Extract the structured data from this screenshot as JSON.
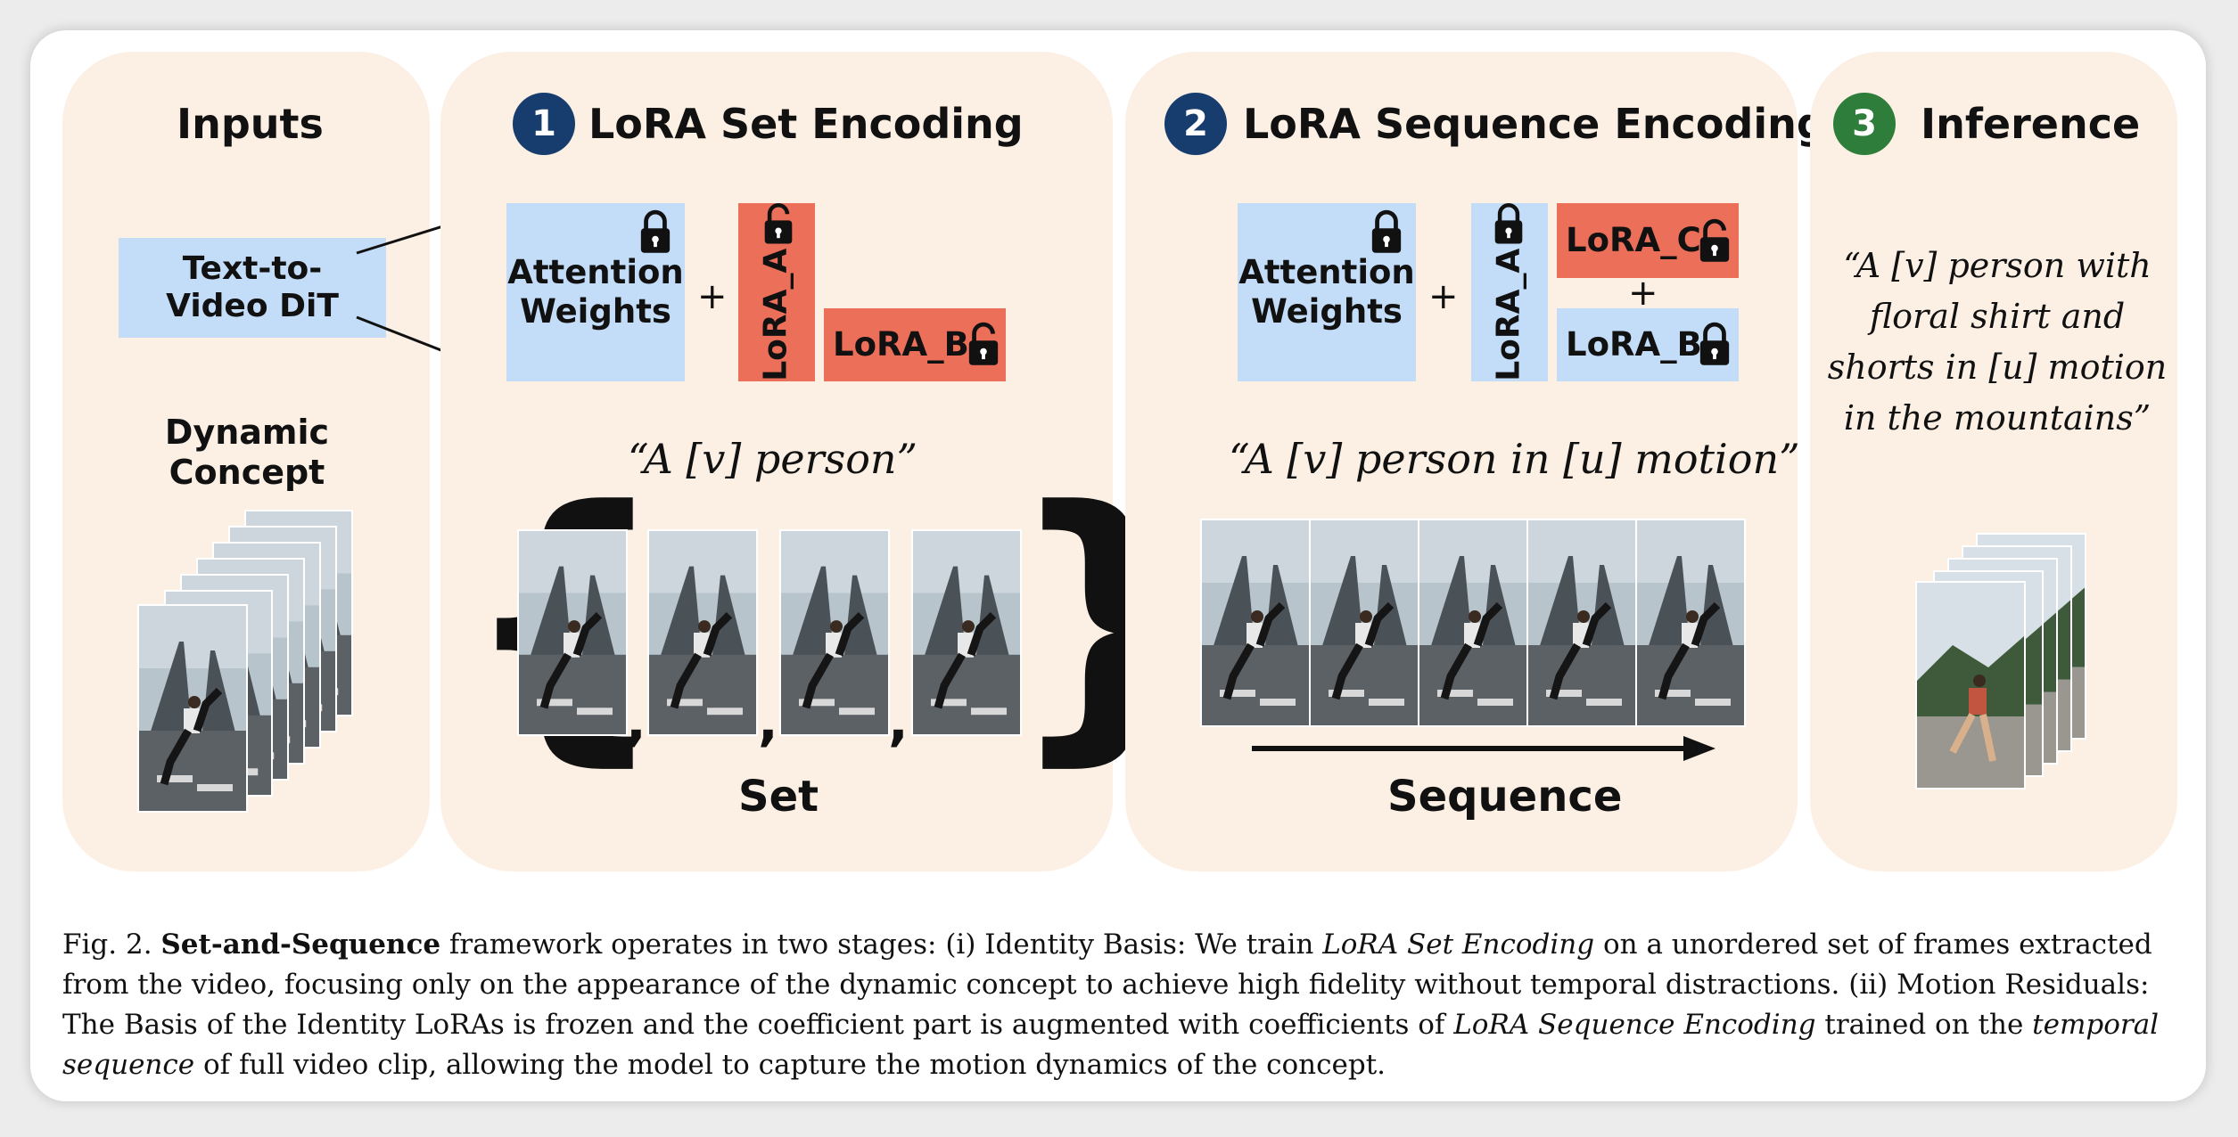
{
  "panels": {
    "inputs": {
      "title": "Inputs",
      "model_box": "Text-to-Video DiT",
      "concept_label": "Dynamic Concept"
    },
    "set_encoding": {
      "step": "1",
      "title": "LoRA Set Encoding",
      "attention": "Attention Weights",
      "plus": "+",
      "lora_a": "LoRA_A",
      "lora_b": "LoRA_B",
      "prompt": "“A [v] person”",
      "comma": ",",
      "set_label": "Set"
    },
    "sequence_encoding": {
      "step": "2",
      "title": "LoRA Sequence Encoding",
      "attention": "Attention Weights",
      "plus": "+",
      "lora_a": "LoRA_A",
      "lora_c": "LoRA_C",
      "plus2": "+",
      "lora_b": "LoRA_B",
      "prompt": "“A [v] person in [u] motion”",
      "sequence_label": "Sequence"
    },
    "inference": {
      "step": "3",
      "title": "Inference",
      "prompt_l1": "“A [v] person with",
      "prompt_l2": "floral shirt and",
      "prompt_l3": "shorts in [u] motion",
      "prompt_l4": "in the mountains”"
    }
  },
  "colors": {
    "panel_bg": "#fcf0e4",
    "frozen_blue": "#c3dcf7",
    "trainable_red": "#ec6f59",
    "step_blue": "#173d6e",
    "step_green": "#2e7d3a"
  },
  "caption": {
    "fig": "Fig. 2.",
    "bold": "Set-and-Sequence",
    "t1": " framework operates in two stages: (i) Identity Basis: We train ",
    "i1": "LoRA Set Encoding",
    "t2": " on a unordered set of frames extracted from the video, focusing only on the appearance of the dynamic concept to achieve high fidelity without temporal distractions. (ii) Motion Residuals: The Basis of the Identity LoRAs is frozen and the coefficient part is augmented with coefficients of ",
    "i2": "LoRA Sequence Encoding",
    "t3": " trained on the ",
    "i3": "temporal sequence",
    "t4": " of full video clip, allowing the model to capture the motion dynamics of the concept."
  }
}
